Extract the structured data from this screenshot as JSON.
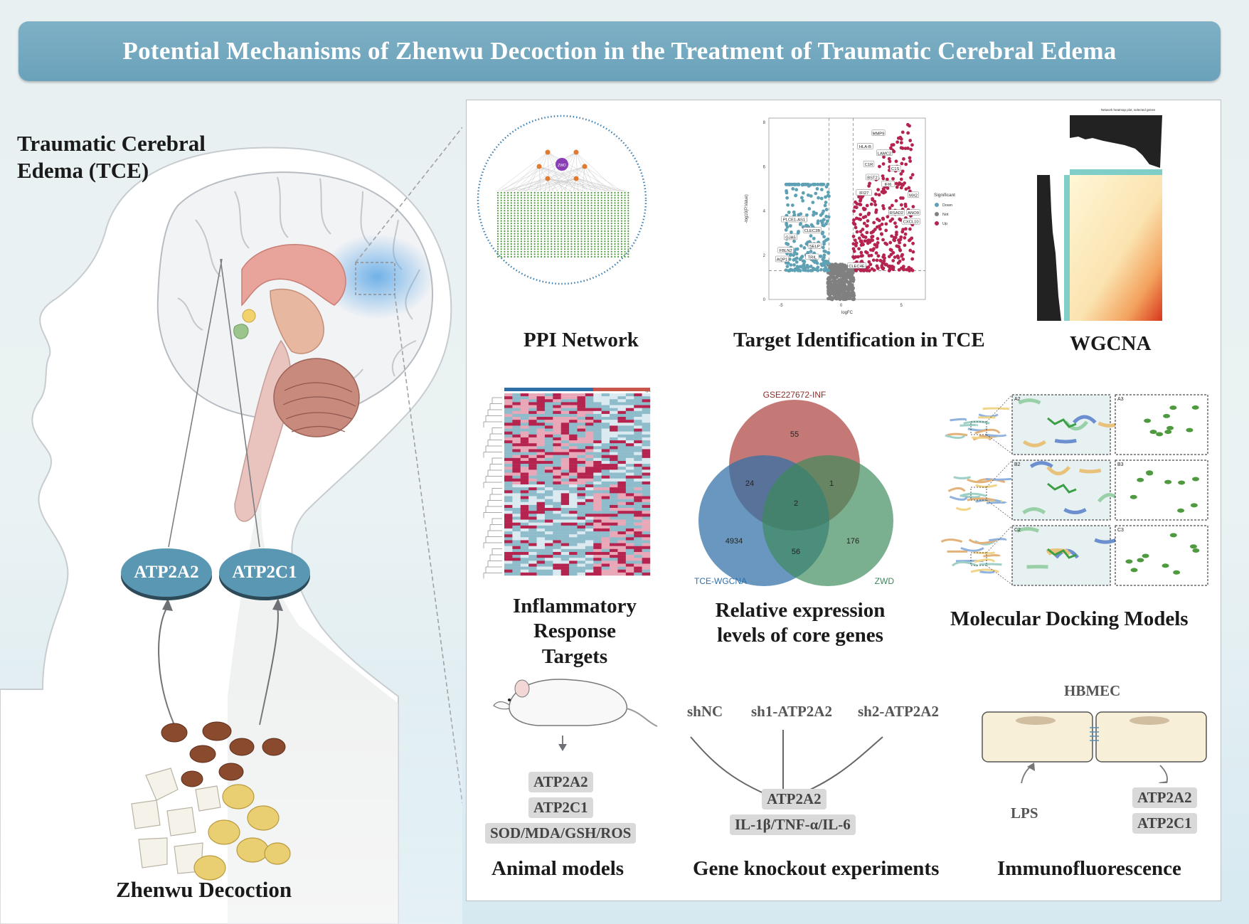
{
  "title": "Potential Mechanisms of Zhenwu Decoction in the Treatment of Traumatic Cerebral Edema",
  "left": {
    "tce_label": "Traumatic Cerebral Edema (TCE)",
    "genes": [
      "ATP2A2",
      "ATP2C1"
    ],
    "decoction_label": "Zhenwu Decoction"
  },
  "panels": {
    "ppi": {
      "label": "PPI Network",
      "center_node": "ZWD"
    },
    "volcano": {
      "label": "Target Identification in TCE",
      "xlabel": "logFC",
      "ylabel": "-log10(P.Value)",
      "xticks": [
        "-5",
        "0",
        "5"
      ],
      "yticks": [
        "0",
        "2",
        "4",
        "6",
        "8"
      ],
      "legend_title": "Significant",
      "legend_items": [
        "Down",
        "Not",
        "Up"
      ],
      "gene_labels": [
        "MMP9",
        "HLA-B",
        "LAMC2",
        "C1R",
        "C1S",
        "BST2",
        "IFI6",
        "IFI27",
        "MX2",
        "RSAD2",
        "ANO9",
        "CXCL10",
        "PLCE1-AS1",
        "CLEC3B",
        "GJA5",
        "SELP",
        "FBLN2",
        "TRIL",
        "AQP1",
        "CLEC4E"
      ]
    },
    "wgcna": {
      "label": "WGCNA",
      "dendro_title": "Network heatmap plot, selected genes"
    },
    "heatmap": {
      "label": "Inflammatory Response Targets",
      "legend_title": "Type"
    },
    "venn": {
      "label": "Relative expression levels of core genes",
      "sets": [
        "GSE227672-INF",
        "TCE-WGCNA",
        "ZWD"
      ],
      "counts": {
        "top_only": "55",
        "left_only": "4934",
        "right_only": "176",
        "top_left": "24",
        "top_right": "1",
        "center": "2",
        "left_right": "56"
      }
    },
    "docking": {
      "label": "Molecular Docking Models",
      "panel_labels": [
        "A2",
        "A3",
        "B2",
        "B3",
        "C2",
        "C3"
      ]
    },
    "animal": {
      "label": "Animal models",
      "markers": [
        "ATP2A2",
        "ATP2C1",
        "SOD/MDA/GSH/ROS"
      ]
    },
    "knockout": {
      "label": "Gene knockout experiments",
      "groups": [
        "shNC",
        "sh1-ATP2A2",
        "sh2-ATP2A2"
      ],
      "markers": [
        "ATP2A2",
        "IL-1β/TNF-α/IL-6"
      ]
    },
    "immuno": {
      "label": "Immunofluorescence",
      "cell": "HBMEC",
      "stimulus": "LPS",
      "markers": [
        "ATP2A2",
        "ATP2C1"
      ]
    }
  },
  "colors": {
    "banner": "#6fa6be",
    "down": "#5ea1b4",
    "not": "#808080",
    "up": "#b5234f",
    "venn_top": "#b5534f",
    "venn_left": "#2f6fa7",
    "venn_right": "#3b8a5a",
    "gene_oval": "#5a97b3"
  }
}
